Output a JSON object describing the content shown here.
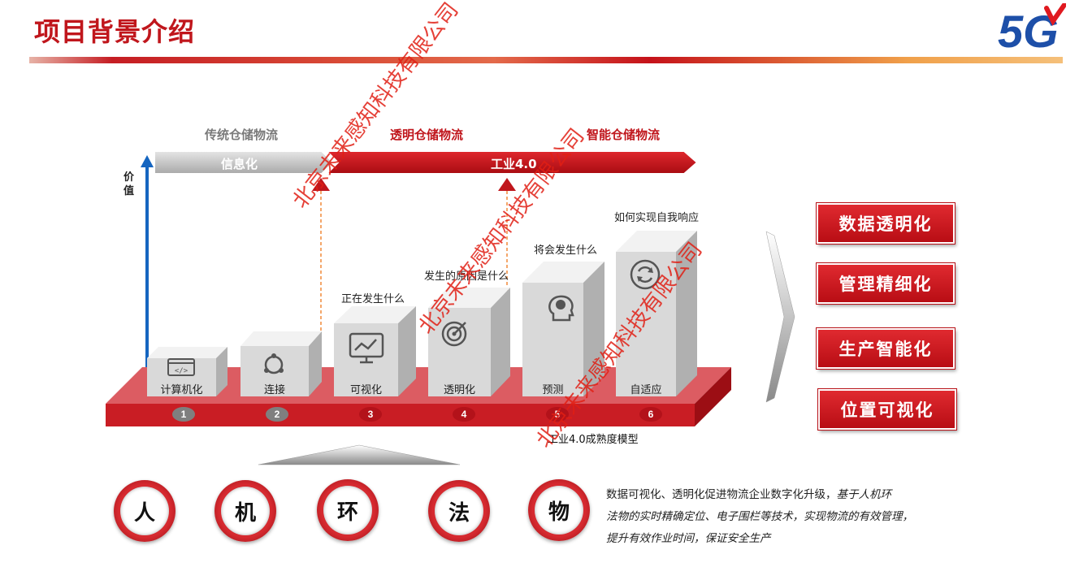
{
  "page": {
    "title": "项目背景介绍",
    "logo_text": "5G"
  },
  "phases": [
    {
      "label": "传统仓储物流",
      "color": "#7a7a7a"
    },
    {
      "label": "透明仓储物流",
      "color": "#c0161c"
    },
    {
      "label": "智能仓储物流",
      "color": "#c0161c"
    }
  ],
  "arrows": {
    "left_label": "信息化",
    "right_label": "工业4.0"
  },
  "axis": {
    "label_line1": "价",
    "label_line2": "值"
  },
  "stages": [
    {
      "num": "1",
      "label": "计算机化",
      "icon": "code-window-icon",
      "question": ""
    },
    {
      "num": "2",
      "label": "连接",
      "icon": "connection-cycle-icon",
      "question": ""
    },
    {
      "num": "3",
      "label": "可视化",
      "icon": "monitor-chart-icon",
      "question": "正在发生什么"
    },
    {
      "num": "4",
      "label": "透明化",
      "icon": "target-icon",
      "question": "发生的原因是什么"
    },
    {
      "num": "5",
      "label": "预测",
      "icon": "head-brain-icon",
      "question": "将会发生什么"
    },
    {
      "num": "6",
      "label": "自适应",
      "icon": "refresh-cycle-icon",
      "question": "如何实现自我响应"
    }
  ],
  "model_caption": "工业4.0成熟度模型",
  "features": [
    "数据透明化",
    "管理精细化",
    "生产智能化",
    "位置可视化"
  ],
  "factors": [
    "人",
    "机",
    "环",
    "法",
    "物"
  ],
  "description": {
    "line1_normal": "数据可视化、透明化促进物流企业数字化升级，",
    "line1_italic": "基于人机环",
    "line2": "法物的实时精确定位、电子围栏等技术，实现物流的有效管理，",
    "line3": "提升有效作业时间，保证安全生产"
  },
  "watermark": "北京未来感知科技有限公司",
  "colors": {
    "brand_red": "#c0161c",
    "platform_red": "#d9474d",
    "gray_block": "#d9d9d9",
    "axis_blue": "#1565c0",
    "dot_gray": "#7f7f7f"
  }
}
